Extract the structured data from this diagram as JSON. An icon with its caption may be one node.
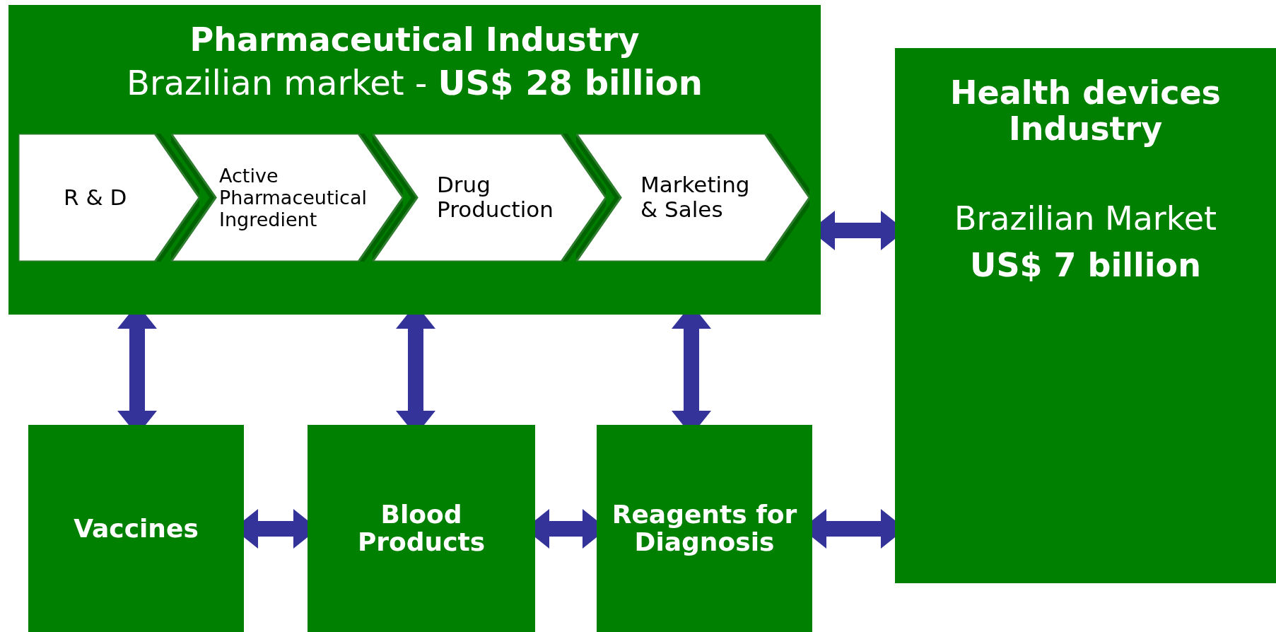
{
  "diagram": {
    "nodes": [
      {
        "text": [
          "Pharmaceutical Industry",
          "Brazilian market - **US$ 28 billion**"
        ]
      },
      {
        "text": [
          "R & D"
        ],
        "in": 0
      },
      {
        "text": [
          "Active Pharmaceutical Ingredient"
        ],
        "in": 0
      },
      {
        "text": [
          "Drug Production"
        ],
        "in": 0
      },
      {
        "text": [
          "Marketing & Sales"
        ],
        "in": 0
      },
      {
        "text": [
          "Health devices Industry",
          "Brazilian Market",
          "US$ 7 billion"
        ]
      },
      {
        "text": [
          "Vaccines"
        ]
      },
      {
        "text": [
          "Blood Products"
        ]
      },
      {
        "text": [
          "Reagents for Diagnosis"
        ]
      }
    ],
    "edges": [
      {
        "from": 0,
        "to": 5,
        "arrow": "both"
      },
      {
        "from": 0,
        "to": 6,
        "arrow": "both"
      },
      {
        "from": 0,
        "to": 7,
        "arrow": "both"
      },
      {
        "from": 0,
        "to": 8,
        "arrow": "both"
      },
      {
        "from": 6,
        "to": 7,
        "arrow": "both"
      },
      {
        "from": 7,
        "to": 8,
        "arrow": "both"
      },
      {
        "from": 8,
        "to": 5,
        "arrow": "both"
      }
    ]
  }
}
